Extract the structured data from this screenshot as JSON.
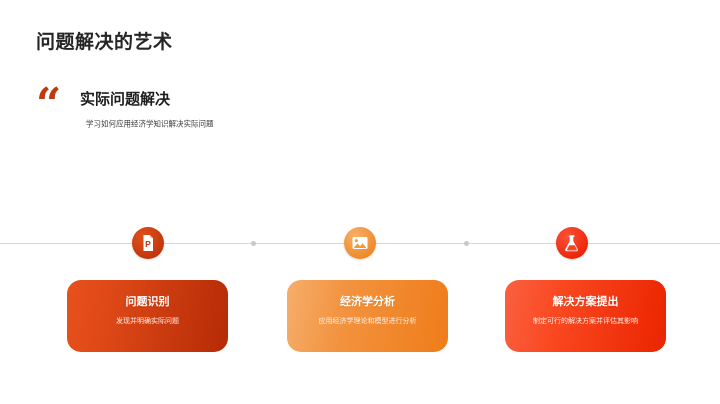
{
  "slide": {
    "title": "问题解决的艺术"
  },
  "quote": {
    "mark": "“",
    "heading": "实际问题解决",
    "subtitle": "学习如何应用经济学知识解决实际问题"
  },
  "timeline": {
    "nodes": [
      {
        "icon": "presentation-file-icon",
        "circle_color": "#c8390f",
        "circle_color_light": "#e0501d"
      },
      {
        "icon": "image-picture-icon",
        "circle_color": "#ef8f33",
        "circle_color_light": "#f7ae62"
      },
      {
        "icon": "lab-flask-icon",
        "circle_color": "#ef2d17",
        "circle_color_light": "#fa5238"
      }
    ],
    "dots": [
      {
        "name": "timeline-dot-1",
        "color": "#c9c9c9"
      },
      {
        "name": "timeline-dot-2",
        "color": "#c9c9c9"
      }
    ],
    "line_color": "#d8d8d8"
  },
  "cards": [
    {
      "title": "问题识别",
      "description": "发现并明确实际问题",
      "accent": "#c8390f"
    },
    {
      "title": "经济学分析",
      "description": "应用经济学理论和模型进行分析",
      "accent": "#ef8f33"
    },
    {
      "title": "解决方案提出",
      "description": "制定可行的解决方案并评估其影响",
      "accent": "#ef2d17"
    }
  ],
  "colors": {
    "title_text": "#262626",
    "quote_mark": "#c0390f",
    "background": "#ffffff"
  }
}
